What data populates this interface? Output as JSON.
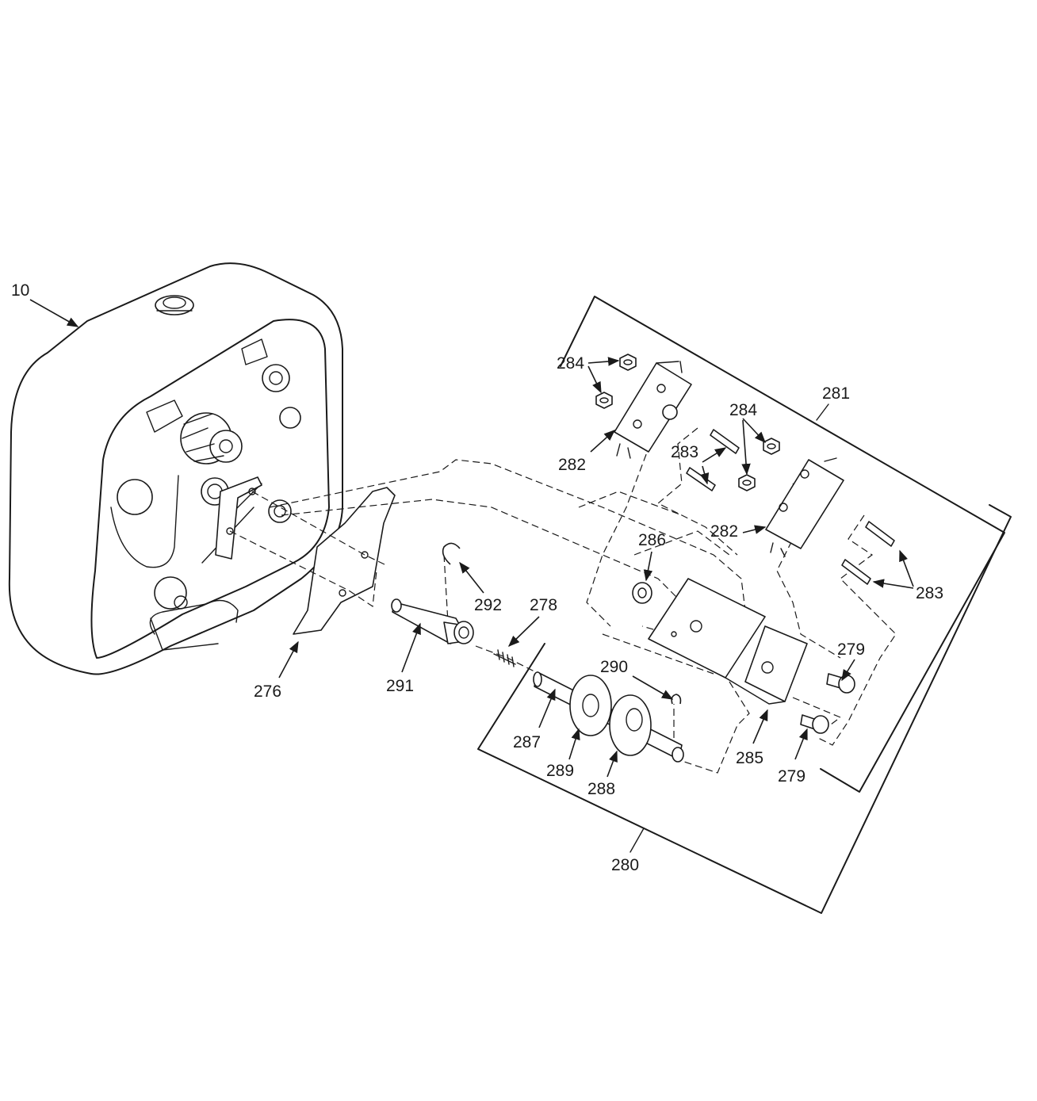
{
  "diagram": {
    "callouts": [
      {
        "id": "c10",
        "text": "10"
      },
      {
        "id": "c276",
        "text": "276"
      },
      {
        "id": "c291",
        "text": "291"
      },
      {
        "id": "c292",
        "text": "292"
      },
      {
        "id": "c278",
        "text": "278"
      },
      {
        "id": "c286",
        "text": "286"
      },
      {
        "id": "c284a",
        "text": "284"
      },
      {
        "id": "c282a",
        "text": "282"
      },
      {
        "id": "c281",
        "text": "281"
      },
      {
        "id": "c284b",
        "text": "284"
      },
      {
        "id": "c283a",
        "text": "283"
      },
      {
        "id": "c282b",
        "text": "282"
      },
      {
        "id": "c283b",
        "text": "283"
      },
      {
        "id": "c279a",
        "text": "279"
      },
      {
        "id": "c279b",
        "text": "279"
      },
      {
        "id": "c285",
        "text": "285"
      },
      {
        "id": "c290",
        "text": "290"
      },
      {
        "id": "c287",
        "text": "287"
      },
      {
        "id": "c289",
        "text": "289"
      },
      {
        "id": "c288",
        "text": "288"
      },
      {
        "id": "c280",
        "text": "280"
      }
    ]
  }
}
